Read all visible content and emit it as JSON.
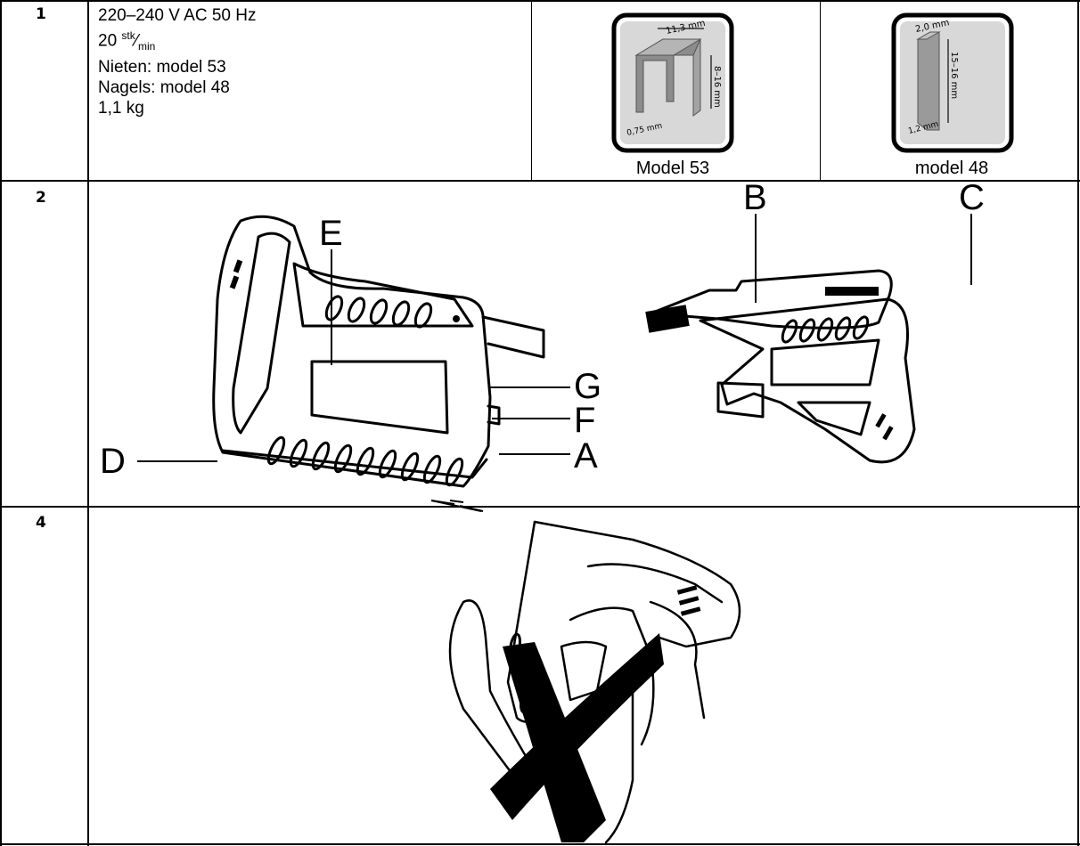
{
  "rows": [
    {
      "number": "1",
      "specs": {
        "voltage": "220–240 V AC 50 Hz",
        "rate_value": "20",
        "rate_unit_top": "stk",
        "rate_slash": "⁄",
        "rate_unit_bottom": "min",
        "rivets": "Nieten: model 53",
        "nails": "Nagels: model 48",
        "weight": "1,1 kg"
      },
      "staples": [
        {
          "caption": "Model 53",
          "width_label": "11,3 mm",
          "height_label": "8–16 mm",
          "thickness_label": "0,75 mm"
        },
        {
          "caption": "model 48",
          "width_label": "2,0 mm",
          "height_label": "15–16 mm",
          "thickness_label": "1,2 mm"
        }
      ]
    },
    {
      "number": "2",
      "labels": {
        "a": "A",
        "b": "B",
        "c": "C",
        "d": "D",
        "e": "E",
        "f": "F",
        "g": "G"
      }
    },
    {
      "number": "4"
    }
  ]
}
